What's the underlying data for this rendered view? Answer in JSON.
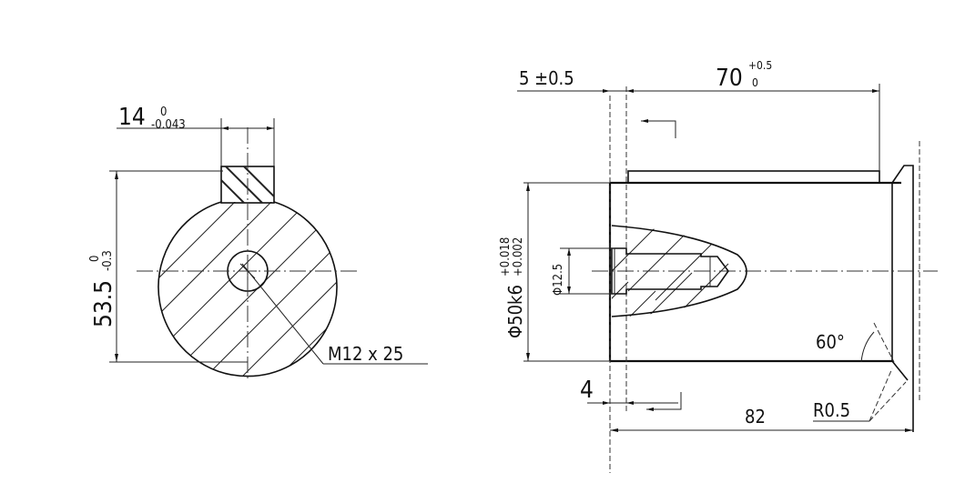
{
  "drawing": {
    "end_view": {
      "key_width": "14",
      "key_width_tol_upper": "0",
      "key_width_tol_lower": "-0.043",
      "key_height": "53.5",
      "key_height_tol_upper": "0",
      "key_height_tol_lower": "-0.3",
      "thread_callout": "M12 x 25"
    },
    "side_view": {
      "shoulder_offset": "5",
      "shoulder_offset_tol": "±0.5",
      "key_length": "70",
      "key_length_tol_upper": "+0.5",
      "key_length_tol_lower": "0",
      "diameter": "Φ50k6",
      "diameter_tol_upper": "+0.018",
      "diameter_tol_lower": "+0.002",
      "thread_hole_diameter": "Φ12.5",
      "chamfer_angle": "60°",
      "fillet_radius": "R0.5",
      "end_offset": "4",
      "shaft_length": "82"
    }
  }
}
